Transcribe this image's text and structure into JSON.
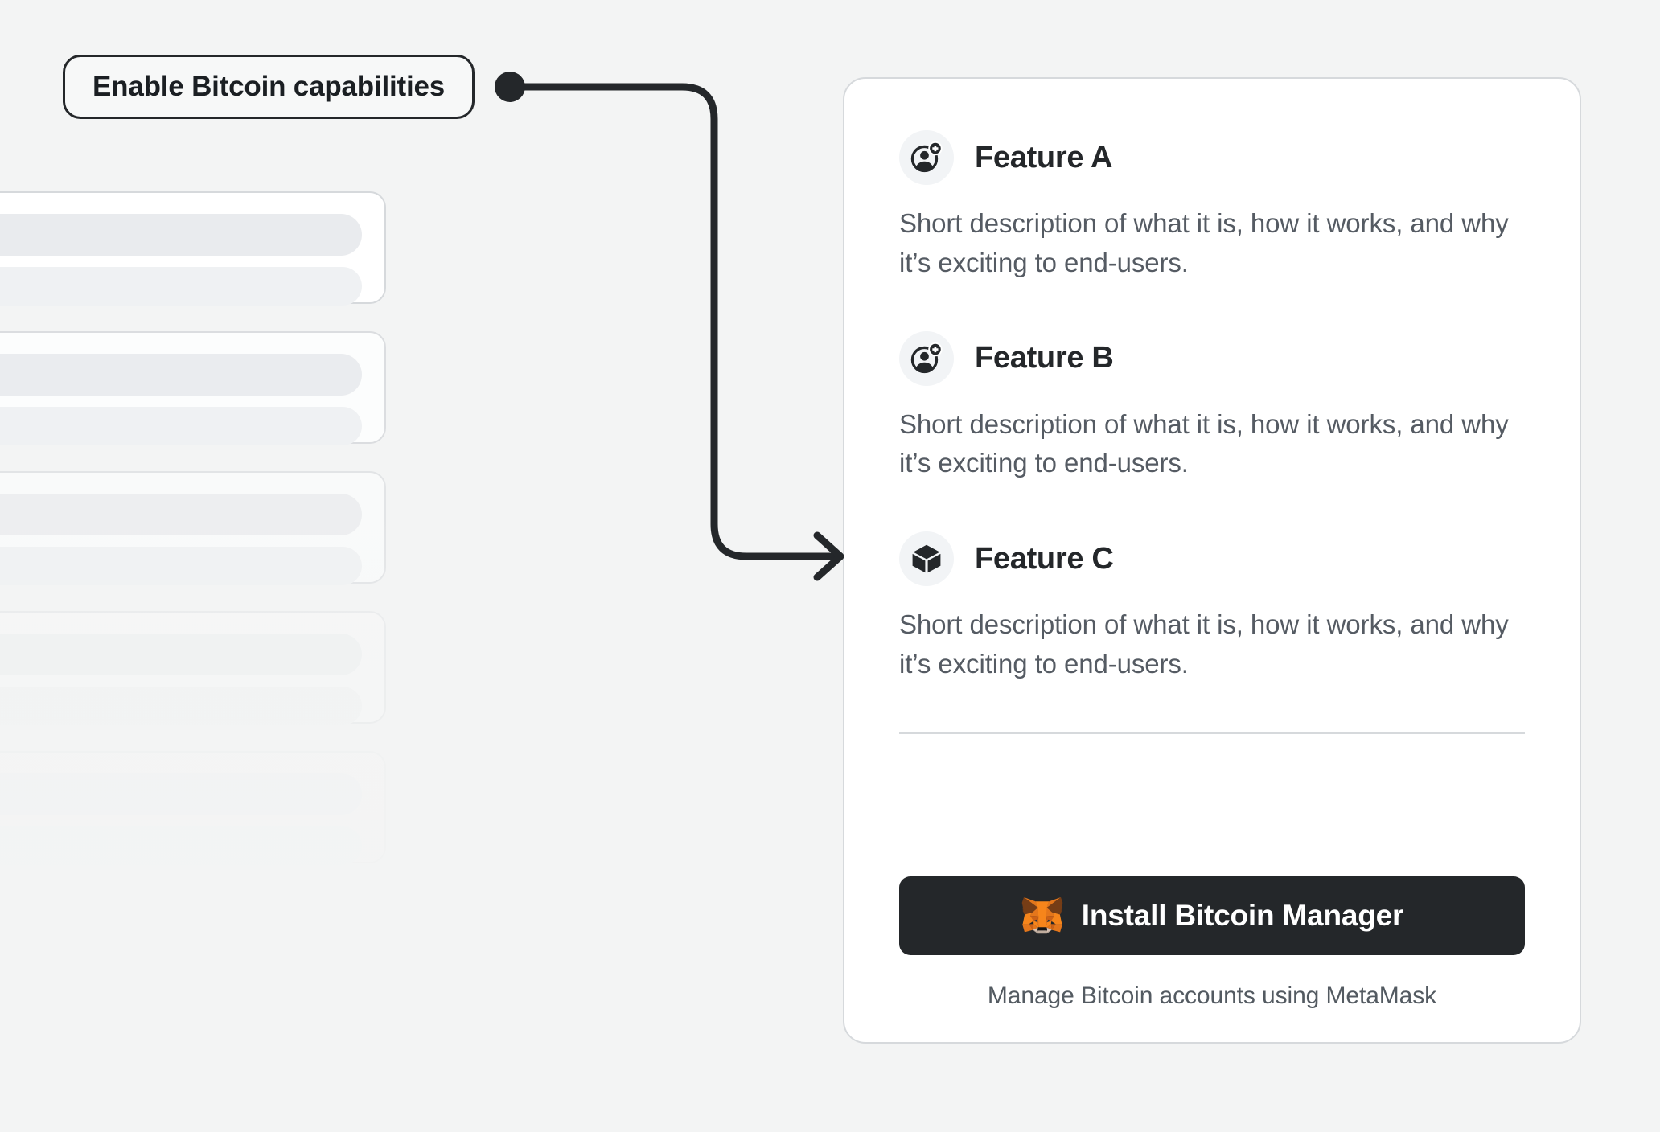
{
  "colors": {
    "page_background": "#f3f4f4",
    "card_background": "#ffffff",
    "card_border": "#d6d9dc",
    "heading_text": "#24272a",
    "body_text": "#555b63",
    "caption_text": "#535a61",
    "connector": "#24272a",
    "button_background": "#24272a",
    "button_text": "#ffffff",
    "icon_circle_background": "#f2f4f6",
    "skeleton_bar": "#e9ebee",
    "metamask_orange": "#e4761b",
    "metamask_dark_orange": "#763d16",
    "metamask_light_orange": "#f6851b"
  },
  "callout": {
    "label": "Enable Bitcoin capabilities",
    "connector_icon": "connector-dot",
    "arrow_icon": "arrow-right-icon"
  },
  "background_list": {
    "item_count": 5,
    "items": [
      {
        "icon": "skeleton-placeholder"
      },
      {
        "icon": "skeleton-placeholder"
      },
      {
        "icon": "skeleton-placeholder"
      },
      {
        "icon": "skeleton-placeholder"
      },
      {
        "icon": "skeleton-placeholder"
      }
    ]
  },
  "feature_card": {
    "features": [
      {
        "icon": "add-account-icon",
        "title": "Feature A",
        "description": "Short description of what it is, how it works, and why it’s exciting to end-users."
      },
      {
        "icon": "add-account-icon",
        "title": "Feature B",
        "description": "Short description of what it is, how it works, and why it’s exciting to end-users."
      },
      {
        "icon": "cube-icon",
        "title": "Feature C",
        "description": "Short description of what it is, how it works, and why it’s exciting to end-users."
      }
    ],
    "footer": {
      "button_icon": "metamask-fox-icon",
      "button_label": "Install Bitcoin Manager",
      "caption": "Manage Bitcoin accounts using MetaMask"
    }
  }
}
